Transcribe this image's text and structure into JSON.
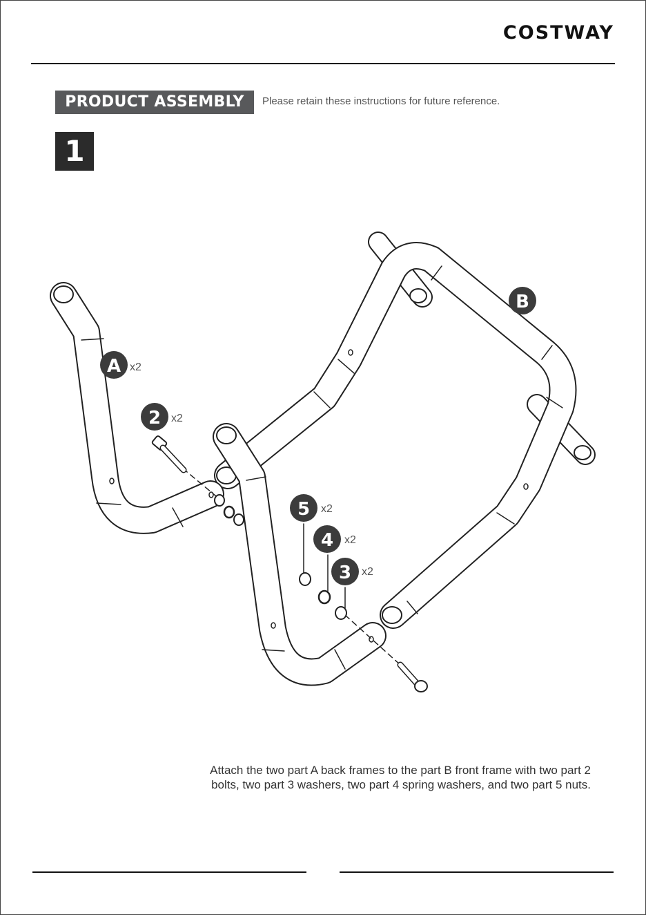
{
  "header": {
    "brand": "COSTWAY",
    "section_title": "PRODUCT ASSEMBLY",
    "retain_note": "Please retain these instructions for future reference."
  },
  "step": {
    "number": "1"
  },
  "parts": {
    "A": {
      "label": "A",
      "qty": "x2"
    },
    "B": {
      "label": "B"
    },
    "p2": {
      "label": "2",
      "qty": "x2"
    },
    "p3": {
      "label": "3",
      "qty": "x2"
    },
    "p4": {
      "label": "4",
      "qty": "x2"
    },
    "p5": {
      "label": "5",
      "qty": "x2"
    }
  },
  "instruction": {
    "line1": "Attach the two part A back frames to the part B front frame with two part 2",
    "line2": "bolts, two part 3 washers, two part 4 spring washers, and two part 5 nuts."
  },
  "colors": {
    "callout": "#3c3c3c",
    "title_bar": "#58595b",
    "step_box": "#2b2b2b"
  }
}
